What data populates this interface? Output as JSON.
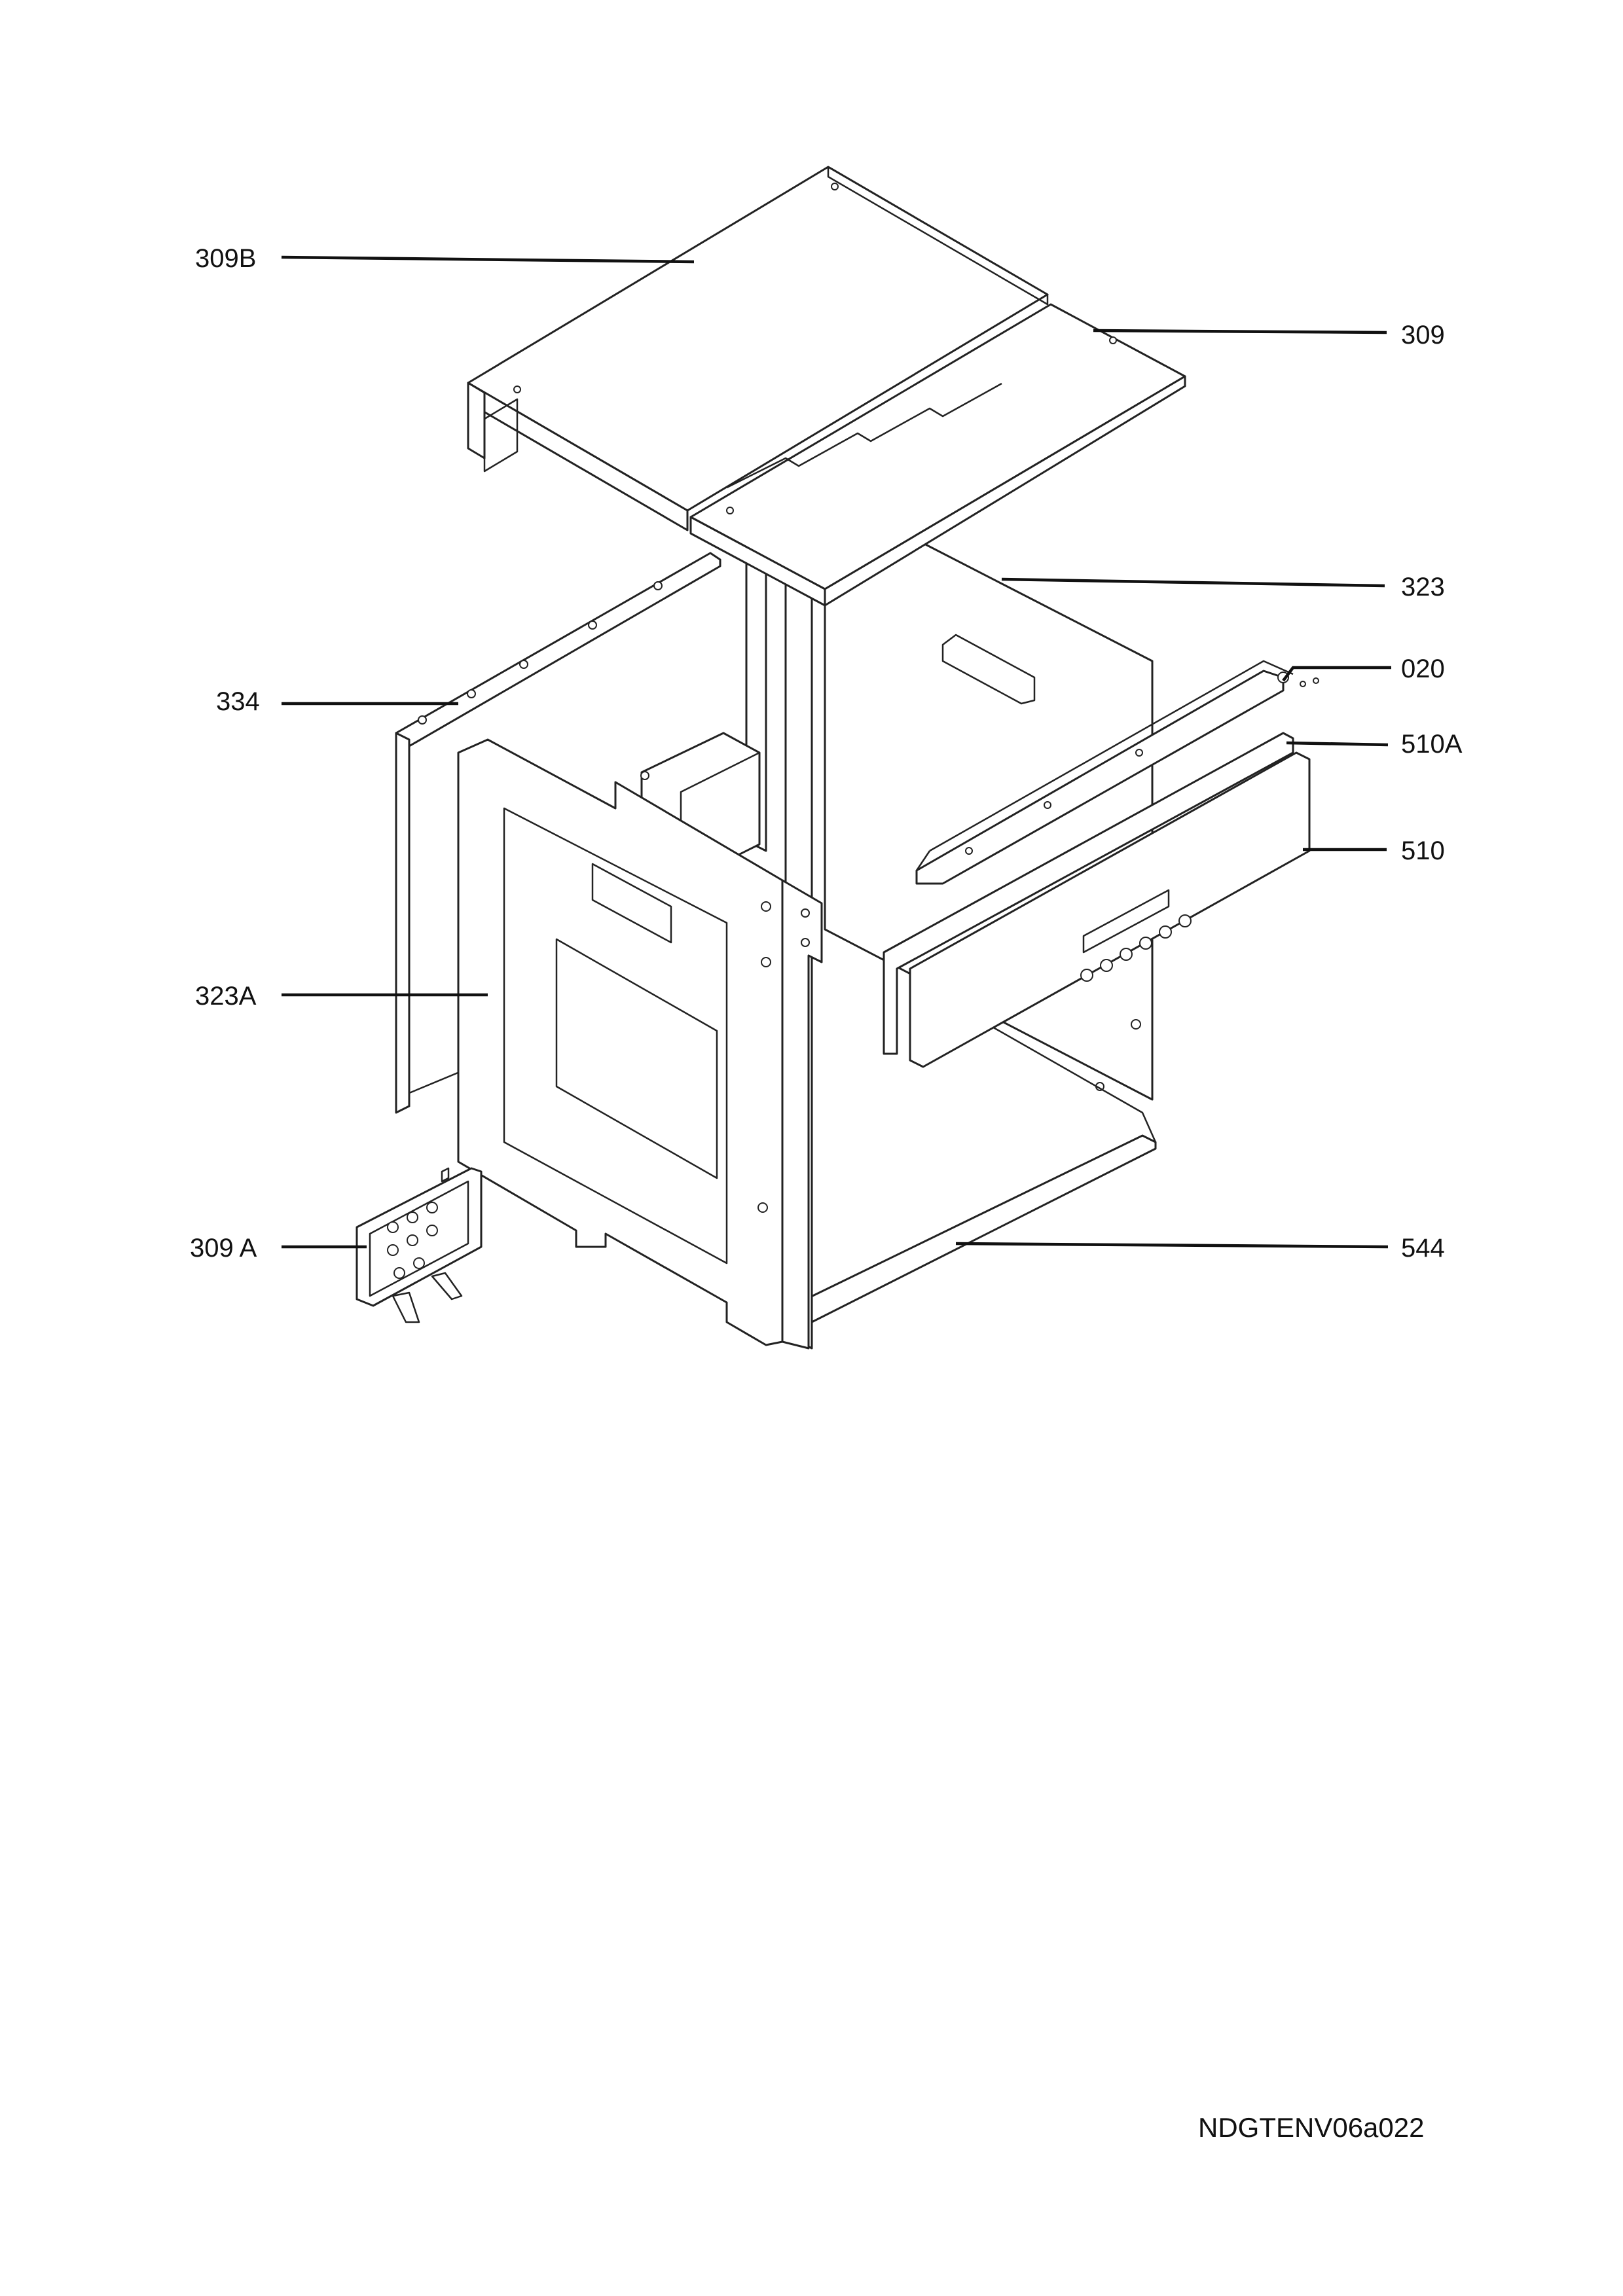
{
  "drawing_code": "NDGTENV06a022",
  "labels": {
    "l309B": "309B",
    "l309": "309",
    "l323": "323",
    "l020": "020",
    "l334": "334",
    "l510A": "510A",
    "l510": "510",
    "l323A": "323A",
    "l309A": "309 A",
    "l544": "544"
  }
}
